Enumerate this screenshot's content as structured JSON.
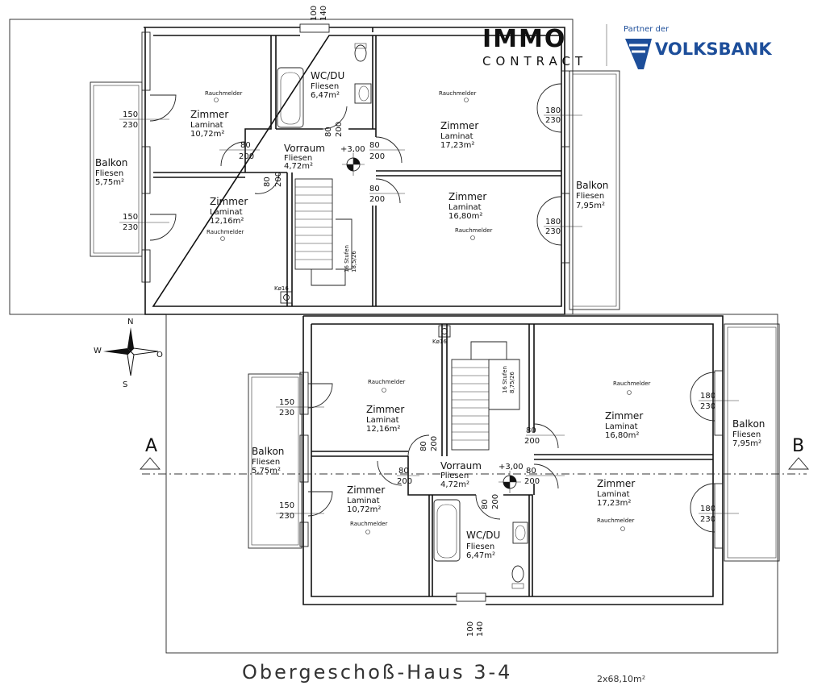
{
  "logo": {
    "immo": "IMMO",
    "contract": "CONTRACT",
    "partner": "Partner der",
    "bank": "VOLKSBANK"
  },
  "title": "Obergeschoß-Haus 3-4",
  "title_area": "2x68,10m²",
  "compass": {
    "n": "N",
    "s": "S",
    "w": "W",
    "o": "O"
  },
  "section": {
    "a": "A",
    "b": "B"
  },
  "top_plan": {
    "room1": {
      "name": "Zimmer",
      "mat": "Laminat",
      "area": "10,72m²",
      "rm": "Rauchmelder"
    },
    "room2": {
      "name": "Zimmer",
      "mat": "Laminat",
      "area": "12,16m²",
      "rm": "Rauchmelder"
    },
    "wc": {
      "name": "WC/DU",
      "mat": "Fliesen",
      "area": "6,47m²"
    },
    "vorraum": {
      "name": "Vorraum",
      "mat": "Fliesen",
      "area": "4,72m²",
      "level": "+3,00"
    },
    "room3": {
      "name": "Zimmer",
      "mat": "Laminat",
      "area": "17,23m²",
      "rm": "Rauchmelder"
    },
    "room4": {
      "name": "Zimmer",
      "mat": "Laminat",
      "area": "16,80m²",
      "rm": "Rauchmelder"
    },
    "balkon_w": {
      "name": "Balkon",
      "mat": "Fliesen",
      "area": "5,75m²"
    },
    "balkon_e": {
      "name": "Balkon",
      "mat": "Fliesen",
      "area": "7,95m²"
    },
    "stairs": "16 Stufen",
    "stairs_dim": "18,5/26",
    "ko": "Kø16",
    "dims": {
      "d150": "150",
      "d230": "230",
      "d180": "180",
      "d80": "80",
      "d200": "200",
      "d100": "100",
      "d140": "140"
    }
  },
  "bottom_plan": {
    "room1": {
      "name": "Zimmer",
      "mat": "Laminat",
      "area": "12,16m²",
      "rm": "Rauchmelder"
    },
    "room2": {
      "name": "Zimmer",
      "mat": "Laminat",
      "area": "10,72m²",
      "rm": "Rauchmelder"
    },
    "wc": {
      "name": "WC/DU",
      "mat": "Fliesen",
      "area": "6,47m²"
    },
    "vorraum": {
      "name": "Vorraum",
      "mat": "Fliesen",
      "area": "4,72m²",
      "level": "+3,00"
    },
    "room3": {
      "name": "Zimmer",
      "mat": "Laminat",
      "area": "16,80m²",
      "rm": "Rauchmelder"
    },
    "room4": {
      "name": "Zimmer",
      "mat": "Laminat",
      "area": "17,23m²",
      "rm": "Rauchmelder"
    },
    "balkon_w": {
      "name": "Balkon",
      "mat": "Fliesen",
      "area": "5,75m²"
    },
    "balkon_e": {
      "name": "Balkon",
      "mat": "Fliesen",
      "area": "7,95m²"
    },
    "stairs": "16 Stufen",
    "stairs_dim": "8,75/26",
    "ko": "Kø16"
  }
}
